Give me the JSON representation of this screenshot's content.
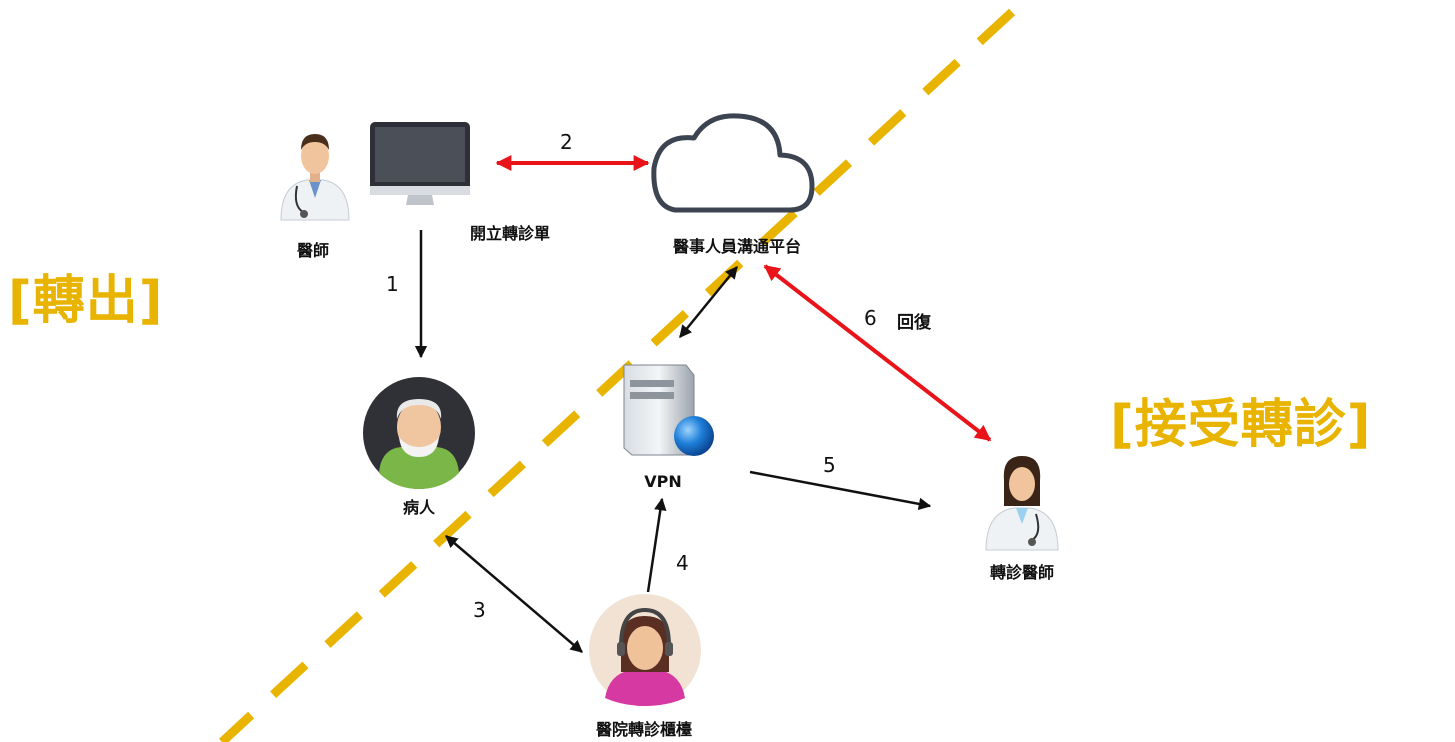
{
  "side_labels": {
    "left": "[轉出]",
    "right": "[接受轉診]"
  },
  "nodes": {
    "doctor": "醫師",
    "referral_form": "開立轉診單",
    "platform": "醫事人員溝通平台",
    "patient": "病人",
    "vpn": "VPN",
    "counter": "醫院轉診櫃檯",
    "referral_doctor": "轉診醫師"
  },
  "steps": {
    "s1": "1",
    "s2": "2",
    "s3": "3",
    "s4": "4",
    "s5": "5",
    "s6": "6",
    "reply": "回復"
  },
  "colors": {
    "divider": "#e8b400",
    "arrow_red": "#e8141a",
    "arrow_black": "#111111"
  },
  "icons": {
    "doctor": "male-doctor-icon",
    "computer": "monitor-icon",
    "platform": "cloud-icon",
    "patient": "elderly-patient-icon",
    "vpn": "server-globe-icon",
    "counter": "receptionist-headset-icon",
    "referral_doctor": "female-doctor-icon"
  }
}
